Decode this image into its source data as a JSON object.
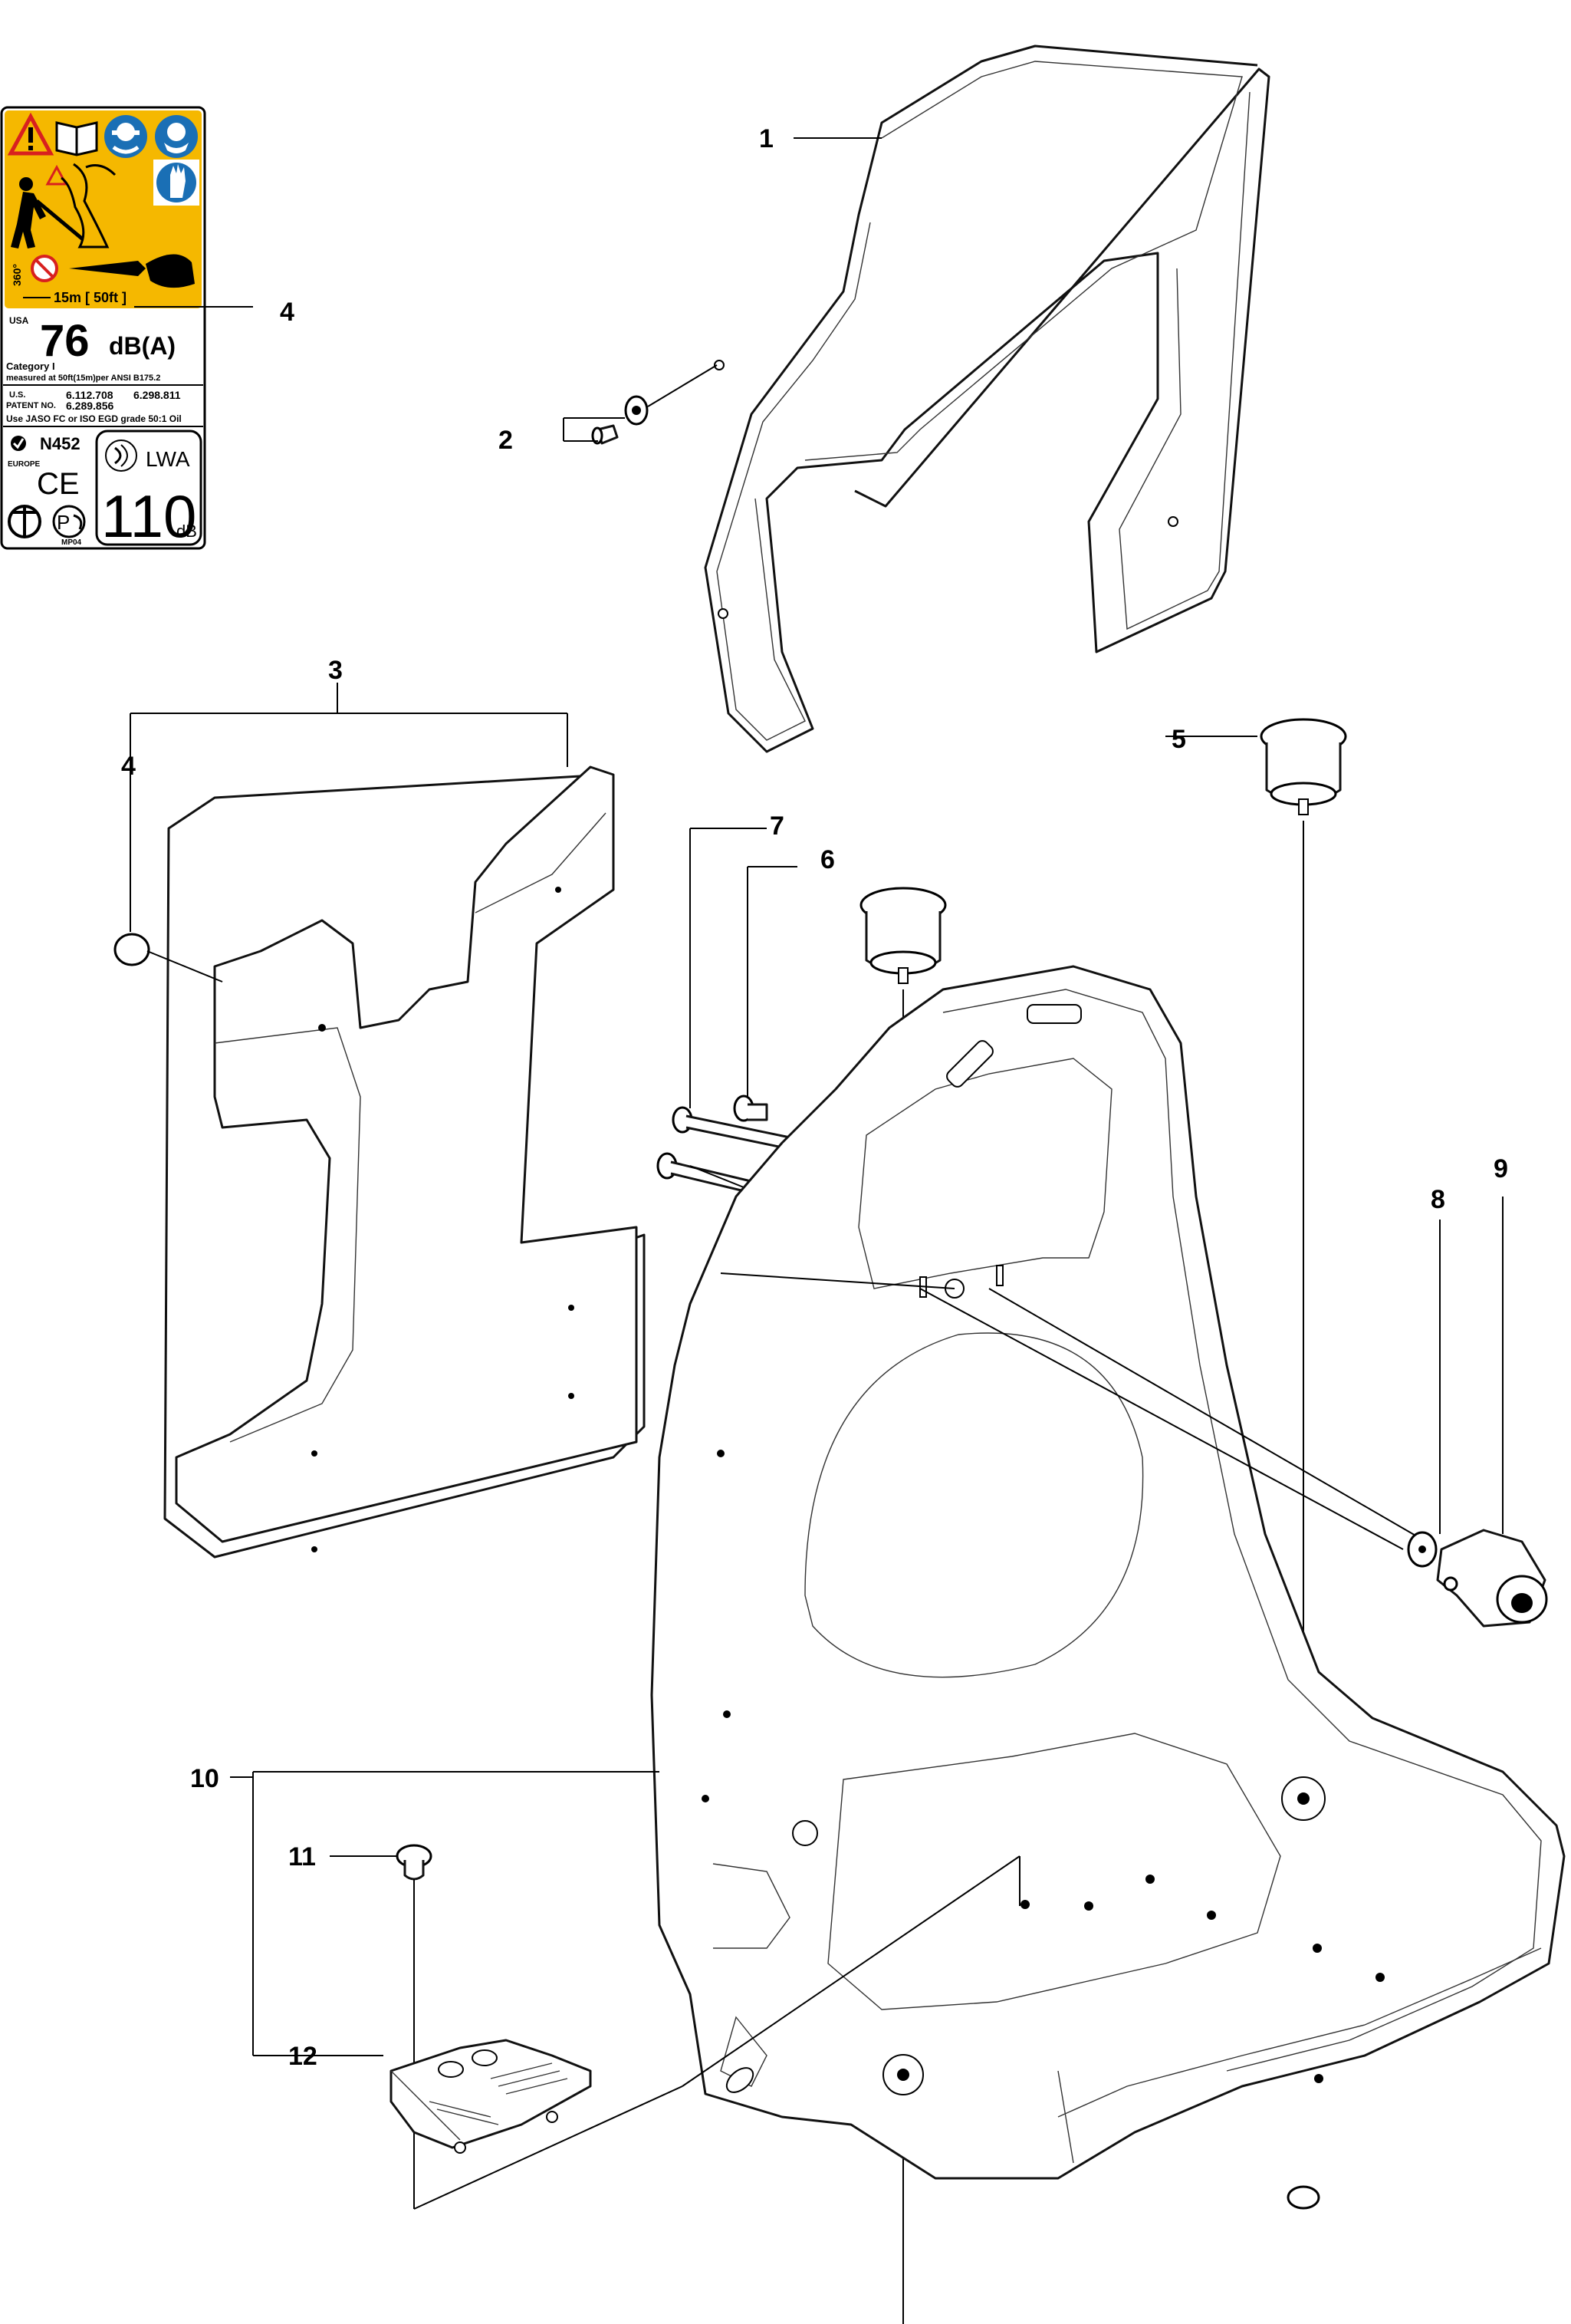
{
  "callouts": [
    "1",
    "2",
    "3",
    "4",
    "4",
    "5",
    "6",
    "7",
    "8",
    "9",
    "10",
    "11",
    "12"
  ],
  "label": {
    "angle": "360°",
    "distance": "15m [ 50ft ]",
    "usa": "USA",
    "db_value": "76",
    "db_unit": "dB(A)",
    "category": "Category I",
    "measured": "measured at 50ft(15m)per ANSI B175.2",
    "us": "U.S.",
    "patent_no": "PATENT NO.",
    "patent1": "6.112.708",
    "patent2": "6.298.811",
    "patent3": "6.289.856",
    "oil_note": "Use JASO FC or ISO EGD grade 50:1 Oil",
    "n452": "N452",
    "europe": "EUROPE",
    "ce": "CE",
    "lwa": "LWA",
    "lwa_value": "110",
    "lwa_unit": "dB",
    "mp04": "MP04",
    "colors": {
      "yellow": "#f5b800",
      "red": "#d8201f",
      "blue": "#1a6fb5"
    }
  }
}
